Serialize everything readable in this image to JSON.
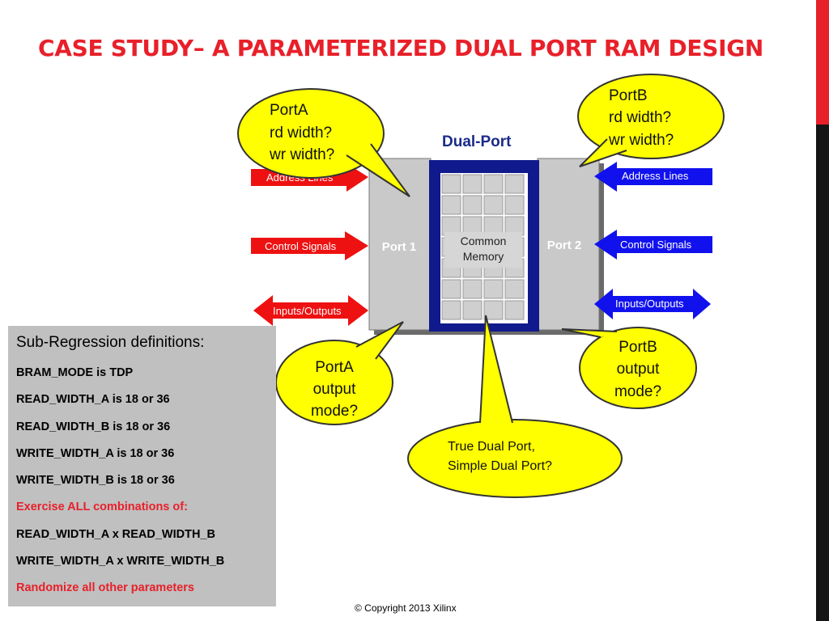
{
  "title": "Case Study– A parameterized dual port RAM design",
  "diagram": {
    "heading": "Dual-Port",
    "port1": "Port 1",
    "port2": "Port 2",
    "memory_line1": "Common",
    "memory_line2": "Memory",
    "left_arrows": [
      "Address Lines",
      "Control Signals",
      "Inputs/Outputs"
    ],
    "right_arrows": [
      "Address Lines",
      "Control Signals",
      "Inputs/Outputs"
    ],
    "colors": {
      "left_arrow": "#ee1111",
      "right_arrow": "#1111ee",
      "bubble": "#ffff00",
      "frame": "#111a8c"
    }
  },
  "bubbles": {
    "porta_width": [
      "PortA",
      "rd width?",
      "wr width?"
    ],
    "portb_width": [
      "PortB",
      "rd width?",
      "wr width?"
    ],
    "porta_output": [
      "PortA",
      "output",
      "mode?"
    ],
    "portb_output": [
      "PortB",
      "output",
      "mode?"
    ],
    "dual_port_mode": [
      "True Dual Port,",
      "Simple Dual Port?"
    ]
  },
  "subregression": {
    "heading": "Sub-Regression definitions:",
    "lines": [
      "BRAM_MODE is TDP",
      "READ_WIDTH_A is 18 or 36",
      "READ_WIDTH_B is 18 or 36",
      "WRITE_WIDTH_A is 18 or 36",
      "WRITE_WIDTH_B is 18 or 36",
      "Exercise ALL combinations of:",
      "READ_WIDTH_A x READ_WIDTH_B",
      "WRITE_WIDTH_A x WRITE_WIDTH_B",
      "Randomize all other parameters"
    ]
  },
  "copyright": "© Copyright 2013 Xilinx"
}
